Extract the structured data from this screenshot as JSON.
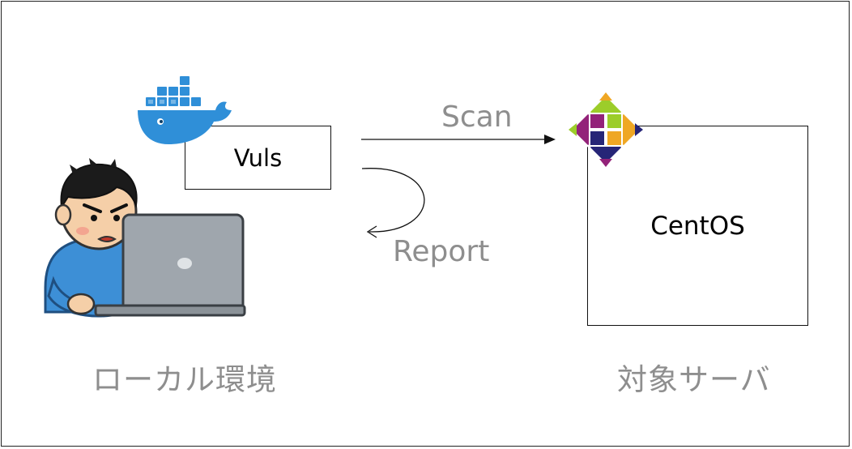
{
  "nodes": {
    "vuls": {
      "label": "Vuls"
    },
    "centos": {
      "label": "CentOS"
    }
  },
  "edges": {
    "scan": {
      "label": "Scan"
    },
    "report": {
      "label": "Report"
    }
  },
  "groups": {
    "local": {
      "label": "ローカル環境"
    },
    "target": {
      "label": "対象サーバ"
    }
  },
  "icons": {
    "docker": "docker-whale-icon",
    "centos": "centos-logo-icon",
    "user": "user-at-laptop-illustration"
  },
  "colors": {
    "border": "#111111",
    "label_gray": "#8e8e8e",
    "docker_blue": "#2f8fd8",
    "shirt_blue": "#3d8fd6",
    "laptop_gray": "#9fa6ad"
  }
}
